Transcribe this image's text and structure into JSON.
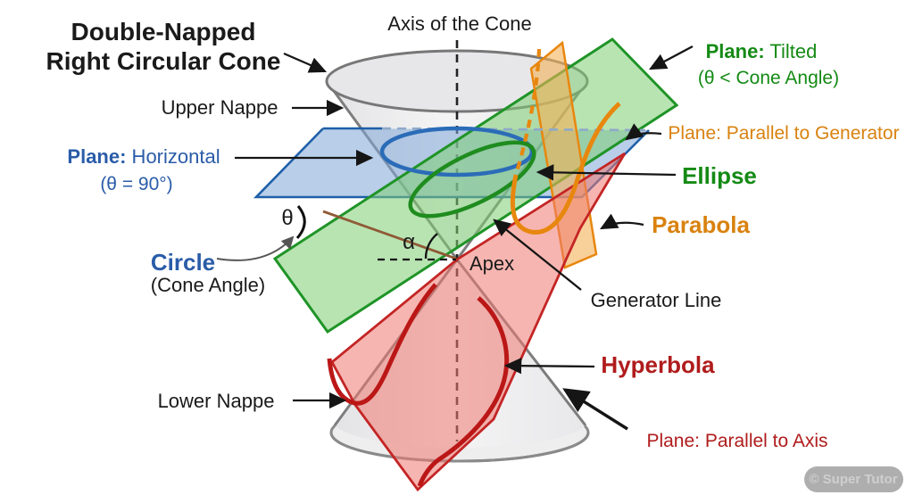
{
  "title": {
    "line1": "Double-Napped",
    "line2": "Right Circular Cone"
  },
  "labels": {
    "axis": "Axis of the Cone",
    "upper_nappe": "Upper Nappe",
    "lower_nappe": "Lower Nappe",
    "apex": "Apex",
    "generator_line": "Generator Line",
    "alpha": "α",
    "theta": "θ"
  },
  "plane_horizontal": {
    "prefix": "Plane:",
    "rest": " Horizontal",
    "sub": "(θ = 90°)"
  },
  "plane_tilted": {
    "prefix": "Plane:",
    "rest": " Tilted",
    "sub": "(θ < Cone Angle)"
  },
  "plane_generator": {
    "text": "Plane: Parallel to Generator"
  },
  "plane_axis": {
    "text": "Plane: Parallel to Axis"
  },
  "conics": {
    "circle": "Circle",
    "circle_sub": "(Cone Angle)",
    "ellipse": "Ellipse",
    "parabola": "Parabola",
    "hyperbola": "Hyperbola"
  },
  "watermark": "© Super Tutor",
  "colors": {
    "black_text": "#1a1a1a",
    "blue_text": "#2a5ca8",
    "green_text": "#148a14",
    "orange_text": "#d9820f",
    "red_text": "#b01c1c",
    "blue_plane_stroke": "#1f5fa8",
    "green_plane_stroke": "#1f9427",
    "orange_plane_stroke": "#e8870e",
    "red_plane_stroke": "#c42525",
    "hyperbola_stroke": "#bb1717",
    "circle_stroke": "#2b6cb8",
    "ellipse_stroke": "#1e8c1e",
    "parabola_stroke": "#e8870e",
    "cone_stroke": "#7d7d7d",
    "watermark_bg": "#a0a0a0",
    "watermark_text": "#cfcfcf"
  }
}
